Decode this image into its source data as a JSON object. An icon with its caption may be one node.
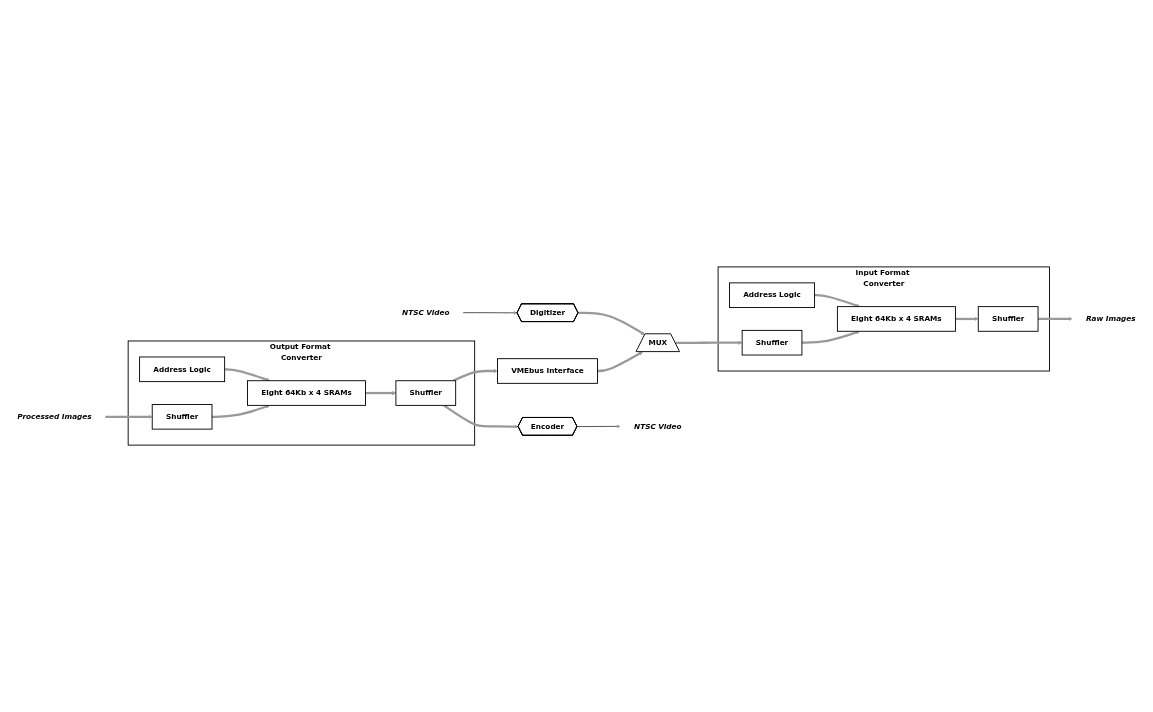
{
  "diagram": {
    "nodes": [
      {
        "text": [
          "Input Format Converter"
        ]
      },
      {
        "text": [
          "Address Logic"
        ],
        "in": 0
      },
      {
        "text": [
          "Shuffler"
        ],
        "in": 0
      },
      {
        "text": [
          "Eight 64Kb x 4 SRAMs"
        ],
        "in": 0
      },
      {
        "text": [
          "Shuffler"
        ],
        "in": 0
      },
      {
        "text": [
          "NTSC Video"
        ]
      },
      {
        "text": [
          "Digitizer"
        ]
      },
      {
        "text": [
          "MUX"
        ]
      },
      {
        "text": [
          "Raw Images"
        ]
      },
      {
        "text": [
          "VMEbus Interface"
        ]
      },
      {
        "text": [
          "Output Format Converter"
        ]
      },
      {
        "text": [
          "Address Logic"
        ],
        "in": 10
      },
      {
        "text": [
          "Encoder"
        ]
      },
      {
        "text": [
          "NTSC Video"
        ]
      },
      {
        "text": [
          "Shuffler"
        ],
        "in": 10
      },
      {
        "text": [
          "Eight 64Kb x 4 SRAMs"
        ],
        "in": 10
      },
      {
        "text": [
          "Shuffler"
        ],
        "in": 10
      },
      {
        "text": [
          "Processed Images"
        ]
      }
    ],
    "edges": [
      {
        "from": 5,
        "to": 6,
        "arrow": "to",
        "color": "#000000"
      },
      {
        "from": 6,
        "to": 7,
        "arrow": "to"
      },
      {
        "from": 9,
        "to": 7,
        "arrow": "to"
      },
      {
        "from": 7,
        "to": 2,
        "arrow": "to"
      },
      {
        "from": 1,
        "to": 3,
        "arrow": "to"
      },
      {
        "from": 2,
        "to": 3,
        "arrow": "to"
      },
      {
        "from": 3,
        "to": 4,
        "arrow": "to"
      },
      {
        "from": 4,
        "to": 8,
        "arrow": "to"
      },
      {
        "from": 11,
        "to": 15,
        "arrow": "to"
      },
      {
        "from": 17,
        "to": 16,
        "arrow": "to"
      },
      {
        "from": 16,
        "to": 15,
        "arrow": "to"
      },
      {
        "from": 15,
        "to": 14,
        "arrow": "to"
      },
      {
        "from": 14,
        "to": 12,
        "arrow": "to"
      },
      {
        "from": 14,
        "to": 9,
        "arrow": "to"
      },
      {
        "from": 12,
        "to": 13,
        "arrow": "to",
        "color": "#000000"
      }
    ]
  }
}
